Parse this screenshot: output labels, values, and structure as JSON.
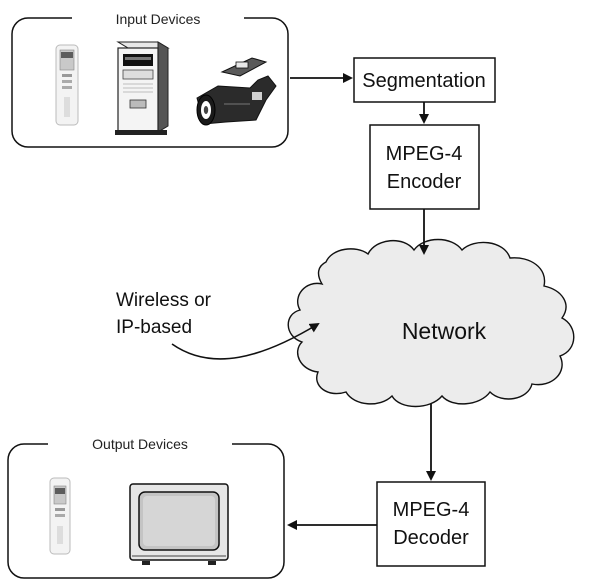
{
  "input_group": {
    "label": "Input Devices"
  },
  "output_group": {
    "label": "Output Devices"
  },
  "segmentation": {
    "label": "Segmentation"
  },
  "encoder": {
    "line1": "MPEG-4",
    "line2": "Encoder"
  },
  "network": {
    "label": "Network"
  },
  "decoder": {
    "line1": "MPEG-4",
    "line2": "Decoder"
  },
  "network_note": {
    "line1": "Wireless or",
    "line2": "IP-based"
  },
  "icons": {
    "input": [
      "handheld-device-icon",
      "desktop-tower-icon",
      "video-camera-icon"
    ],
    "output": [
      "handheld-device-icon",
      "television-monitor-icon"
    ]
  }
}
